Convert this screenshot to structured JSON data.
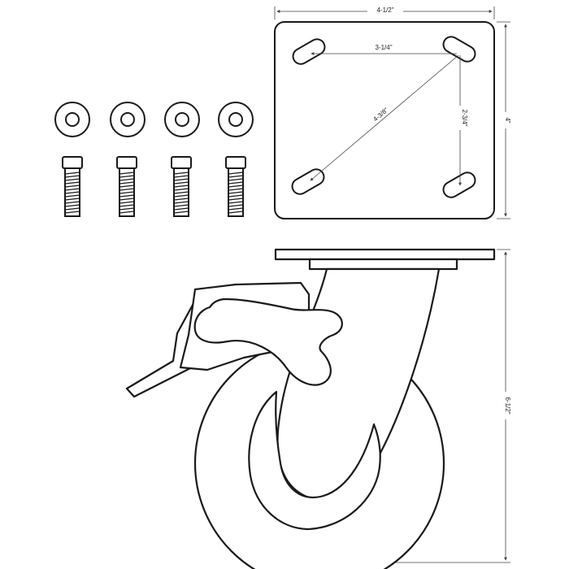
{
  "dimensions": {
    "plate_width": "4-1/2\"",
    "plate_height": "4\"",
    "hole_spacing_horizontal": "3-1/4\"",
    "hole_spacing_vertical": "2-3/4\"",
    "hole_spacing_diagonal": "4-3/8\"",
    "overall_height": "6-1/2\""
  },
  "colors": {
    "line": "#1a1a1a",
    "fill": "#ffffff",
    "dim_line": "#444444"
  }
}
